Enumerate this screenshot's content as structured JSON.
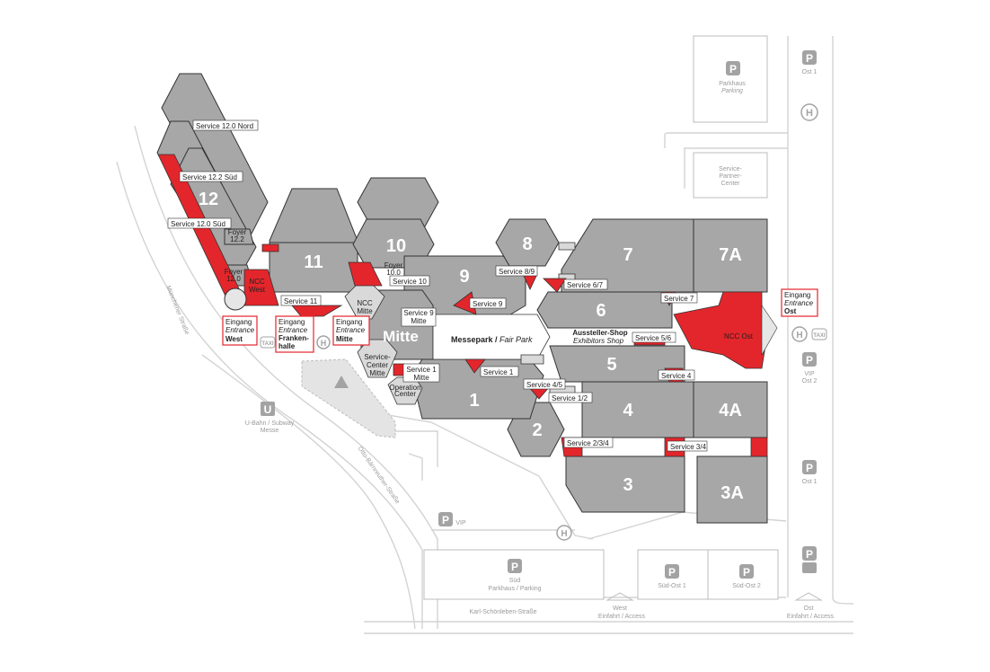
{
  "halls": {
    "h12": "12",
    "h11": "11",
    "h10": "10",
    "h9": "9",
    "h8": "8",
    "h7": "7",
    "h7a": "7A",
    "h6": "6",
    "h5": "5",
    "h4": "4",
    "h4a": "4A",
    "h3": "3",
    "h3a": "3A",
    "h2": "2",
    "h1": "1",
    "mitte": "Mitte"
  },
  "service": {
    "s12n": "Service 12.0 Nord",
    "s122": "Service 12.2 Süd",
    "s120": "Service 12.0 Süd",
    "s11": "Service 11",
    "s10": "Service 10",
    "s89": "Service 8/9",
    "s9": "Service 9",
    "s67": "Service 6/7",
    "s7": "Service 7",
    "s56": "Service 5/6",
    "s4": "Service 4",
    "s45": "Service 4/5",
    "s12": "Service 1/2",
    "s1": "Service 1",
    "s234": "Service 2/3/4",
    "s34": "Service 3/4",
    "s9m_a": "Service 9",
    "s9m_b": "Mitte",
    "s1m_a": "Service 1",
    "s1m_b": "Mitte"
  },
  "places": {
    "foyer122_a": "Foyer",
    "foyer122_b": "12.2",
    "foyer120_a": "Foyer",
    "foyer120_b": "12.0",
    "foyer100_a": "Foyer",
    "foyer100_b": "10.0",
    "ncc_west_a": "NCC",
    "ncc_west_b": "West",
    "ncc_mitte_a": "NCC",
    "ncc_mitte_b": "Mitte",
    "ncc_ost": "NCC Ost",
    "sc_a": "Service-",
    "sc_b": "Center",
    "sc_c": "Mitte",
    "op_a": "Operation",
    "op_b": "Center",
    "messepark_a": "Messepark /",
    "messepark_b": "Fair Park",
    "shop_a": "Aussteller-Shop",
    "shop_b": "Exhibitors Shop"
  },
  "entrances": {
    "west": {
      "l1": "Eingang",
      "l2": "Entrance",
      "l3": "West"
    },
    "franken": {
      "l1": "Eingang",
      "l2": "Entrance",
      "l3": "Franken-",
      "l4": "halle"
    },
    "mitte": {
      "l1": "Eingang",
      "l2": "Entrance",
      "l3": "Mitte"
    },
    "ost": {
      "l1": "Eingang",
      "l2": "Entrance",
      "l3": "Ost"
    }
  },
  "surroundings": {
    "parkhaus_a": "Parkhaus",
    "parkhaus_b": "Parking",
    "partner_a": "Service-",
    "partner_b": "Partner-",
    "partner_c": "Center",
    "ost1_top": "Ost 1",
    "vip_a": "VIP",
    "vip_b": "Ost 2",
    "ost1_mid": "Ost 1",
    "ubahn_a": "U-Bahn / Subway",
    "ubahn_b": "Messe",
    "muenchener": "Münchener Straße",
    "otto": "Otto-Bärnreuther-Straße",
    "vip": "VIP",
    "sued_a": "Süd",
    "sued_b": "Parkhaus / Parking",
    "suedost1": "Süd-Ost 1",
    "suedost2": "Süd-Ost 2",
    "karl": "Karl-Schönleben-Straße",
    "west_a": "West",
    "west_b": "Einfahrt / Access",
    "ost_a": "Ost",
    "ost_b": "Einfahrt / Access",
    "taxi": "TAXI"
  },
  "icons": {
    "parking": "parking-icon",
    "hospital": "h-icon",
    "ubahn": "u-bahn-icon",
    "taxi": "taxi-icon",
    "construction": "construction-icon",
    "bus": "bus-icon"
  },
  "colors": {
    "hall": "#a7a7a7",
    "service": "#e3262b",
    "road": "#d3d3d3"
  }
}
